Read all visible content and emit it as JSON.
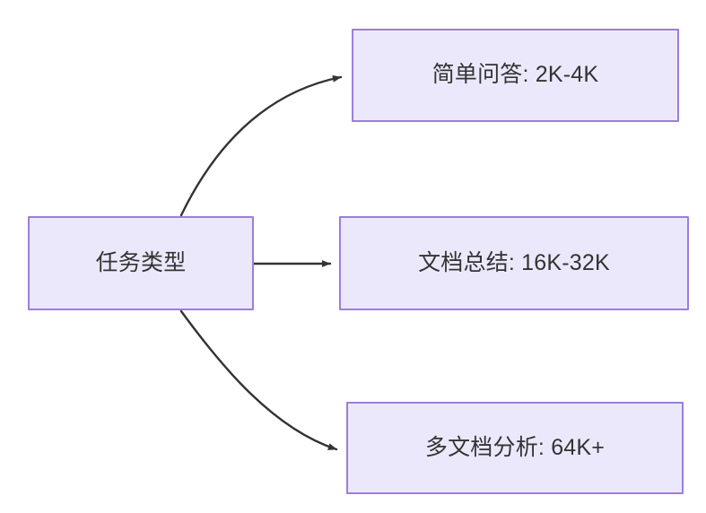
{
  "diagram": {
    "type": "flowchart",
    "direction": "left-to-right",
    "background_color": "#ffffff",
    "node_fill_color": "#ECE8FB",
    "node_border_color": "#9B7EDC",
    "node_text_color": "#333333",
    "edge_color": "#333333",
    "nodes": [
      {
        "id": "source",
        "label": "任务类型"
      },
      {
        "id": "simple_qa",
        "label": "简单问答: 2K-4K"
      },
      {
        "id": "doc_summary",
        "label": "文档总结: 16K-32K"
      },
      {
        "id": "multi_doc",
        "label": "多文档分析: 64K+"
      }
    ],
    "edges": [
      {
        "from": "source",
        "to": "simple_qa",
        "style": "curved",
        "label": ""
      },
      {
        "from": "source",
        "to": "doc_summary",
        "style": "straight",
        "label": ""
      },
      {
        "from": "source",
        "to": "multi_doc",
        "style": "curved",
        "label": ""
      }
    ]
  }
}
